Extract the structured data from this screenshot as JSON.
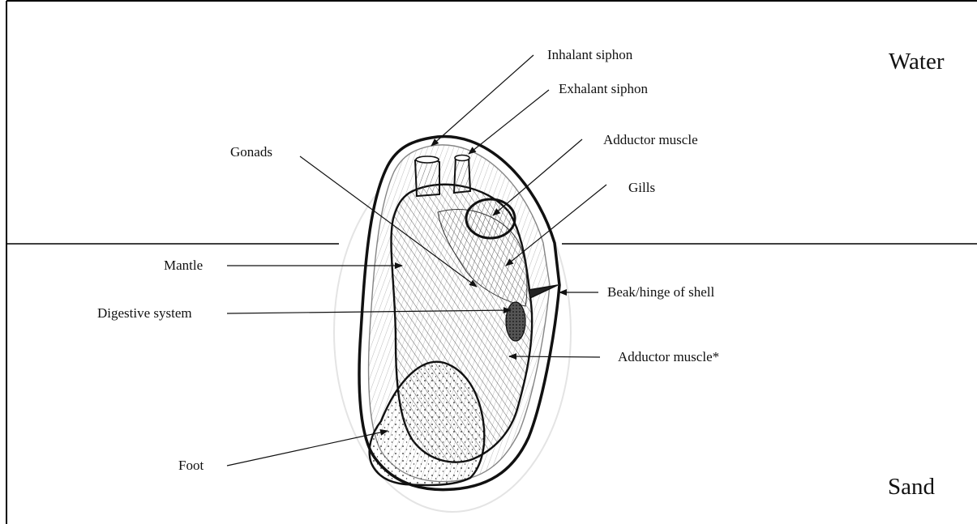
{
  "diagram": {
    "zones": {
      "water": "Water",
      "sand": "Sand"
    },
    "labels": {
      "inhalant_siphon": "Inhalant siphon",
      "exhalant_siphon": "Exhalant siphon",
      "gonads": "Gonads",
      "adductor_muscle_top": "Adductor muscle",
      "gills": "Gills",
      "mantle": "Mantle",
      "beak_hinge": "Beak/hinge of shell",
      "digestive_system": "Digestive system",
      "adductor_muscle_lower": "Adductor muscle*",
      "foot": "Foot"
    }
  }
}
